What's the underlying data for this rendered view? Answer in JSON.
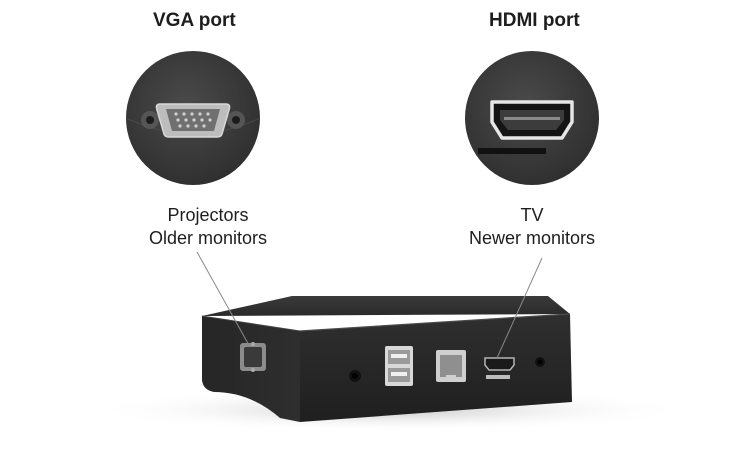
{
  "ports": {
    "vga": {
      "title": "VGA port",
      "uses": [
        "Projectors",
        "Older monitors"
      ]
    },
    "hdmi": {
      "title": "HDMI port",
      "uses": [
        "TV",
        "Newer monitors"
      ]
    }
  },
  "colors": {
    "device_body": "#2b2b2b",
    "callout_circle": "#3a3a3a",
    "leader_line": "#8a8a8a",
    "text": "#1e1e1e"
  }
}
